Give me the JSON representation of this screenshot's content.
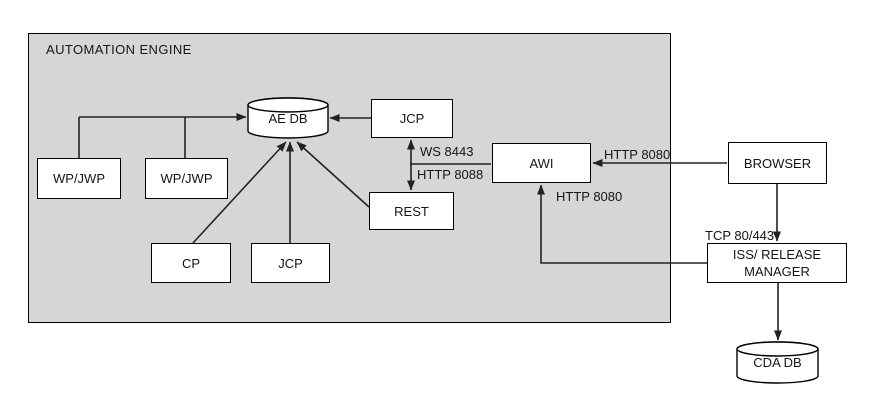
{
  "engine": {
    "label": "AUTOMATION ENGINE"
  },
  "nodes": {
    "wp_jwp_1": "WP/JWP",
    "wp_jwp_2": "WP/JWP",
    "ae_db": "AE DB",
    "jcp_top": "JCP",
    "rest": "REST",
    "cp": "CP",
    "jcp_bottom": "JCP",
    "awi": "AWI",
    "browser": "BROWSER",
    "iss_release_manager": "ISS/ RELEASE MANAGER",
    "cda_db": "CDA DB"
  },
  "edge_labels": {
    "jcp_rest_ws": "WS 8443",
    "jcp_rest_http": "HTTP 8088",
    "browser_awi_http": "HTTP 8080",
    "iss_awi_http": "HTTP 8080",
    "browser_iss_tcp": "TCP 80/443"
  },
  "colors": {
    "background": "#ffffff",
    "engine_fill": "#d6d6d6",
    "node_fill": "#ffffff",
    "stroke": "#000000",
    "connector": "#222222"
  }
}
